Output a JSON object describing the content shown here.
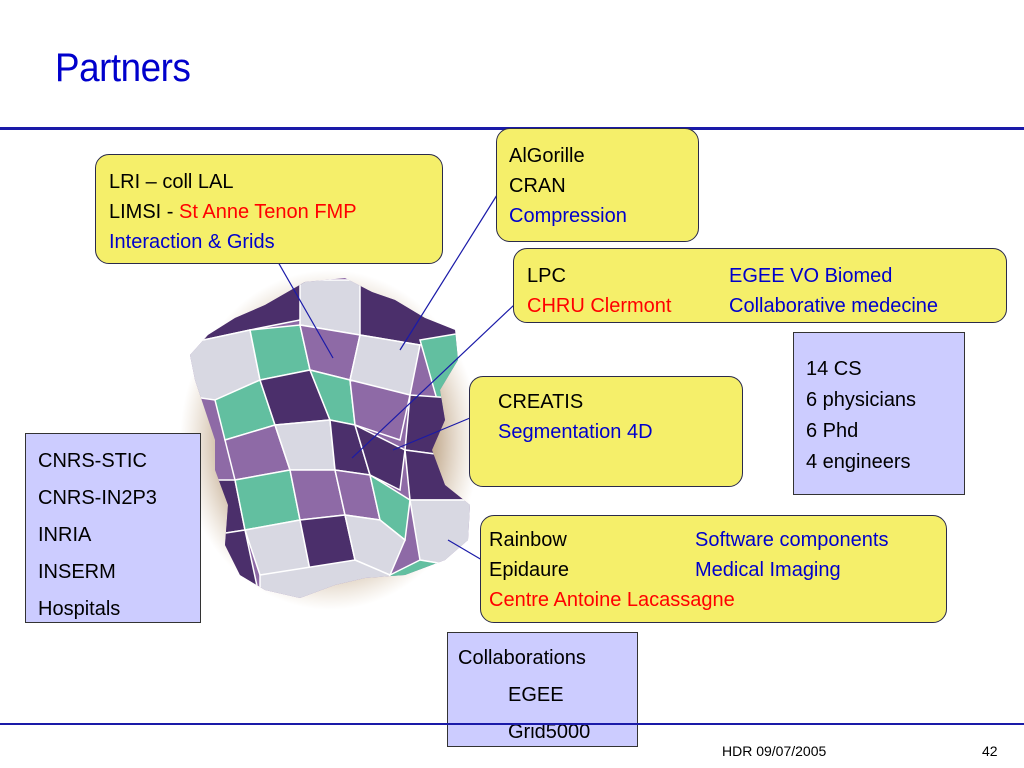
{
  "slide": {
    "title": "Partners",
    "footer_date": "HDR 09/07/2005",
    "page_number": "42"
  },
  "colors": {
    "blue": "#0000cc",
    "red": "#ff0000",
    "yellow_box": "#f5ef6a",
    "lavender_box": "#ccccff"
  },
  "boxes": {
    "lri": {
      "line1": "LRI – coll LAL",
      "line2_black": "LIMSI - ",
      "line2_red": "St Anne Tenon FMP",
      "line3": "Interaction & Grids"
    },
    "algorille": {
      "line1": "AlGorille",
      "line2": "CRAN",
      "line3": "Compression"
    },
    "lpc": {
      "left1": "LPC",
      "right1": "EGEE VO Biomed",
      "left2": "CHRU Clermont",
      "right2": "Collaborative medecine"
    },
    "creatis": {
      "line1": "CREATIS",
      "line2": "Segmentation 4D"
    },
    "rainbow": {
      "left1": "Rainbow",
      "right1": "Software components",
      "left2": "Epidaure",
      "right2": "Medical Imaging",
      "line3": "Centre Antoine Lacassagne"
    },
    "stats": {
      "items": [
        "14 CS",
        "6 physicians",
        "6 Phd",
        "4 engineers"
      ]
    },
    "institutions": {
      "items": [
        "CNRS-STIC",
        "CNRS-IN2P3",
        "INRIA",
        "INSERM",
        "Hospitals"
      ]
    },
    "collaborations": {
      "title": "Collaborations",
      "items": [
        "EGEE",
        "Grid5000"
      ]
    }
  }
}
